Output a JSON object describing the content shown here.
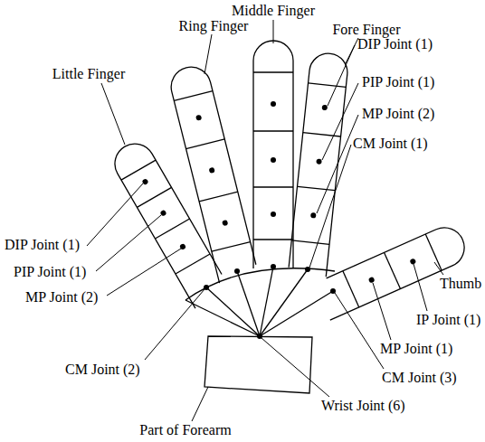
{
  "diagram": {
    "labels": [
      "Middle Finger",
      "Ring Finger",
      "Fore Finger",
      "Little Finger",
      "DIP Joint (1)",
      "PIP Joint (1)",
      "MP Joint (2)",
      "CM Joint (1)",
      "DIP Joint (1)",
      "PIP Joint (1)",
      "MP Joint (2)",
      "Thumb",
      "IP Joint (1)",
      "MP Joint (1)",
      "CM Joint (2)",
      "CM Joint (3)",
      "Part of Forearm",
      "Wrist Joint (6)"
    ]
  }
}
